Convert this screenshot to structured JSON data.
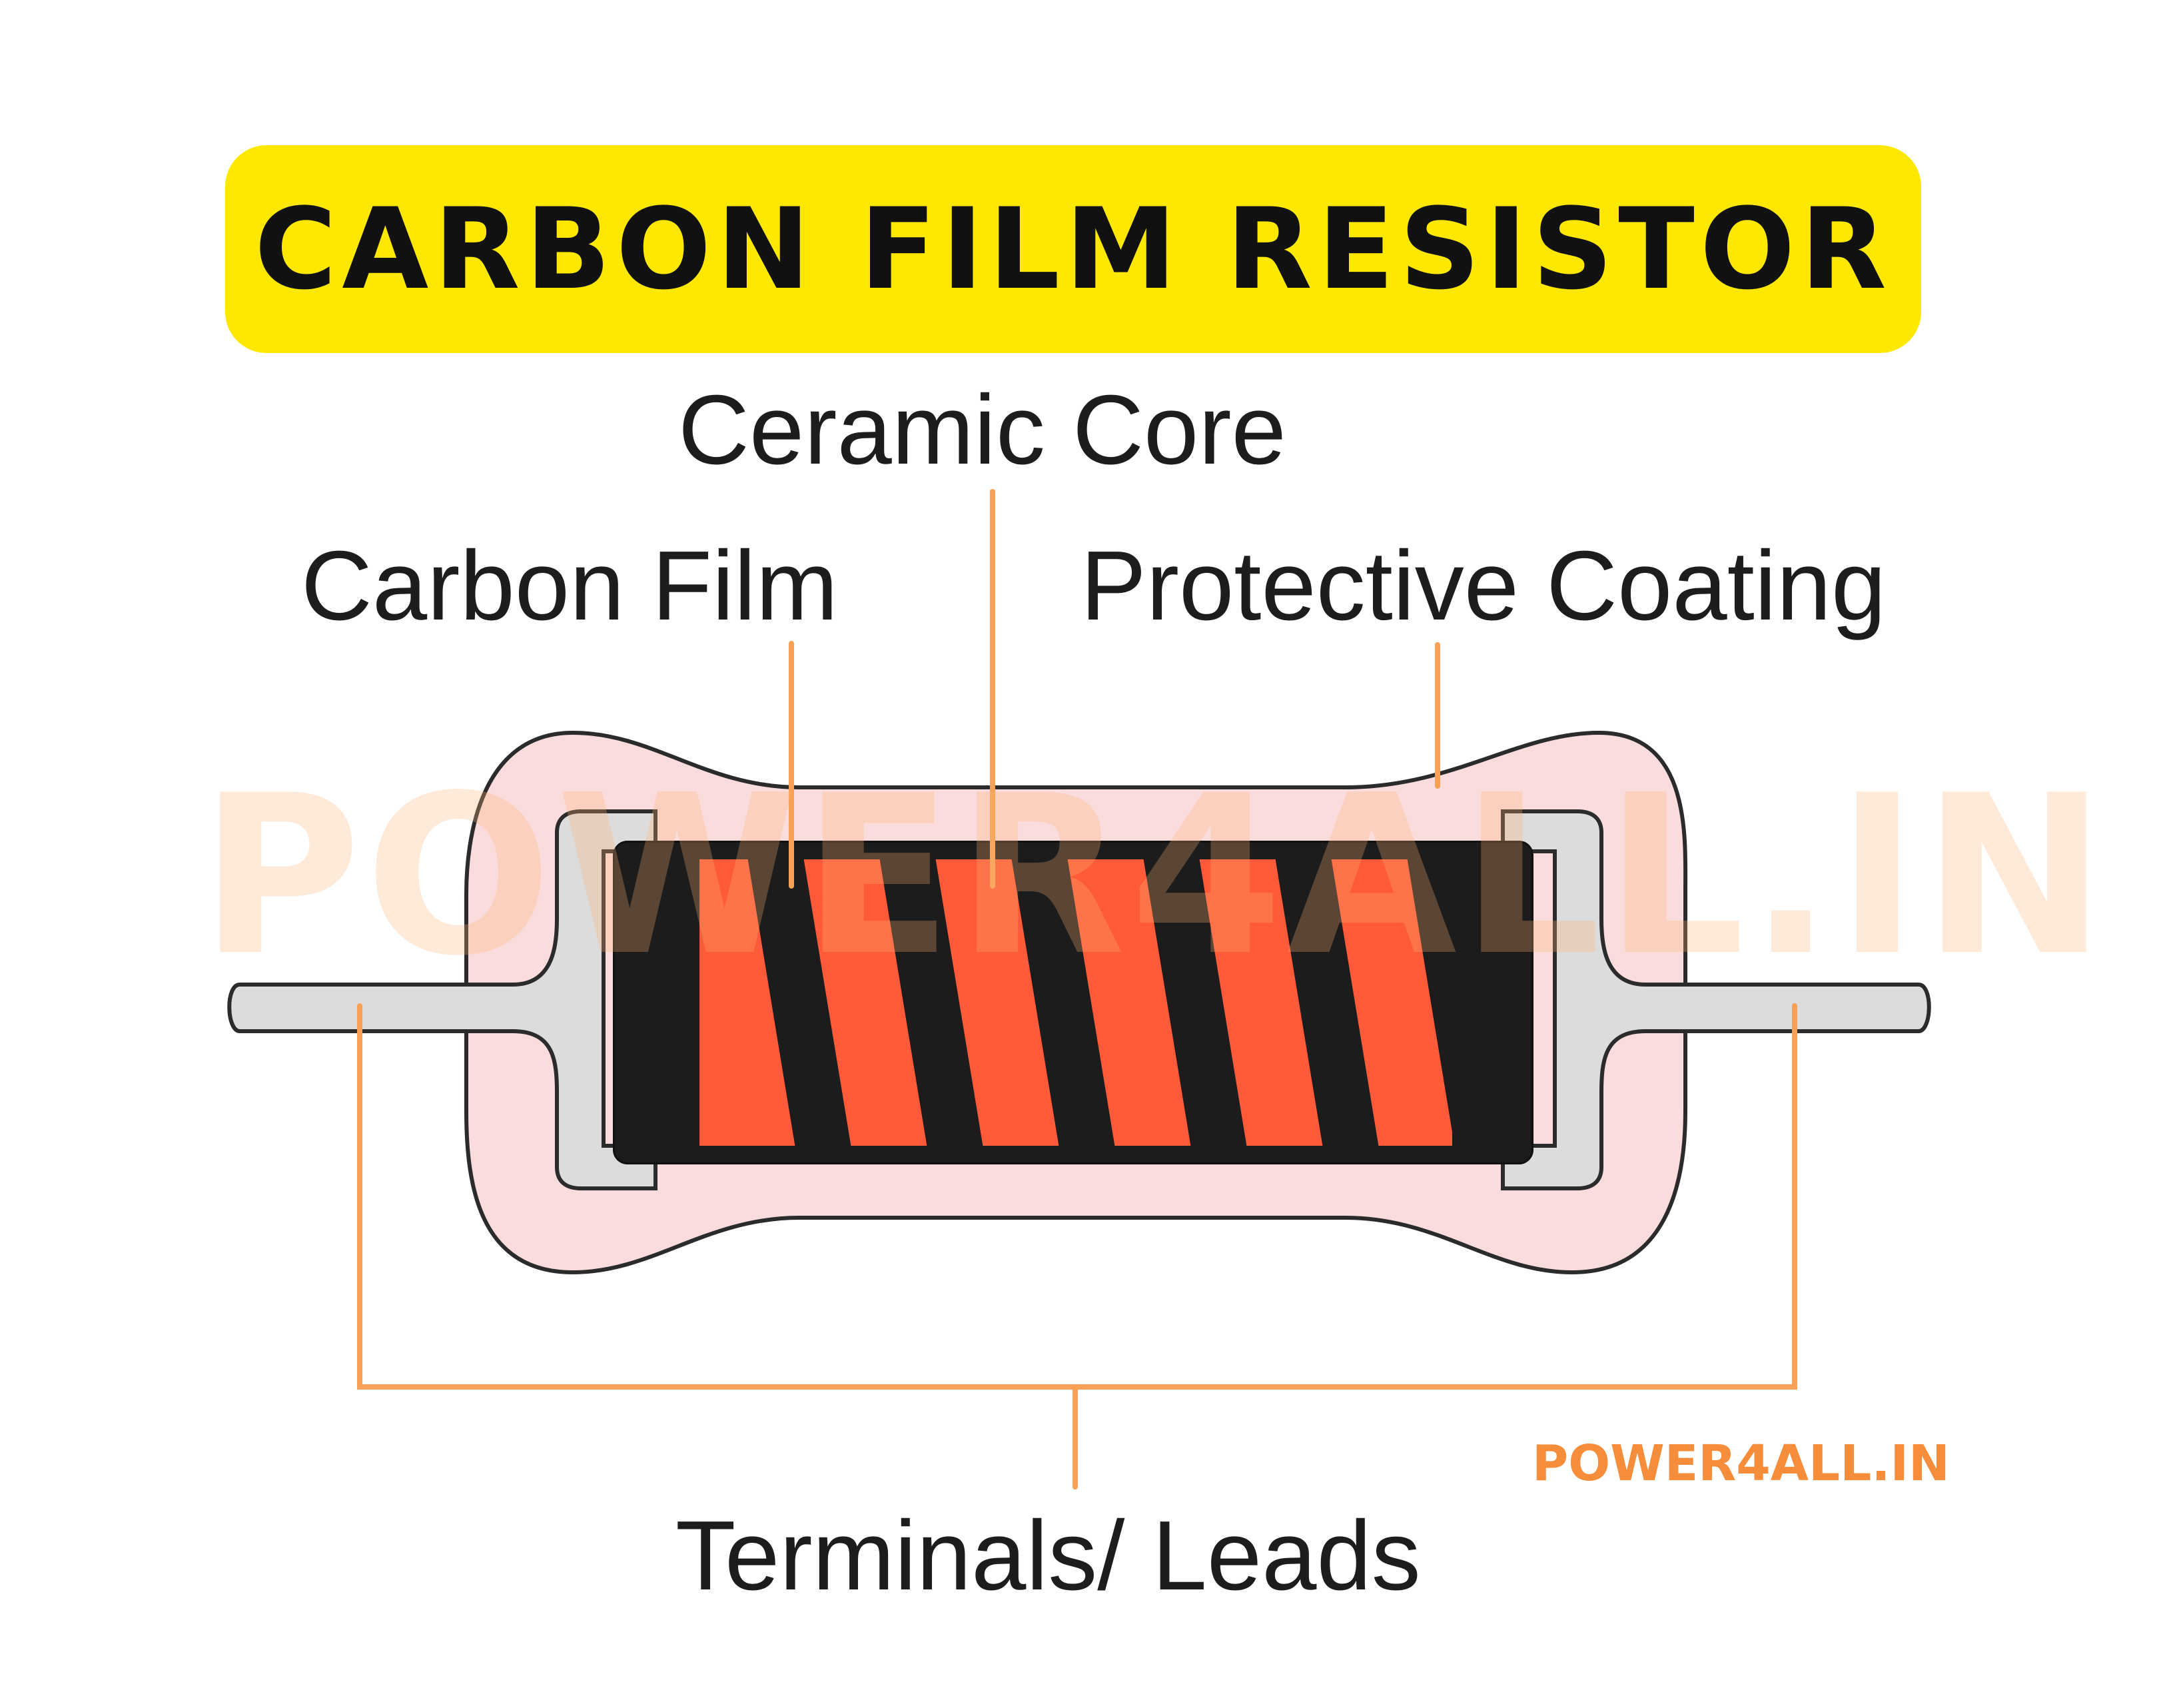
{
  "title": "CARBON FILM RESISTOR",
  "labels": {
    "ceramic_core": "Ceramic Core",
    "carbon_film": "Carbon Film",
    "protective_coating": "Protective Coating",
    "terminals_leads": "Terminals/ Leads"
  },
  "watermark": "POWER4ALL.IN",
  "brand": "POWER4ALL.IN",
  "colors": {
    "banner": "#ffe800",
    "coating": "#fbdcdc",
    "coating_outline": "#2b2b2b",
    "lead": "#dcdcdc",
    "film_black": "#1c1c1c",
    "core": "#ff5a3a",
    "leader_line": "#f7a156",
    "brand": "#f58d3a"
  }
}
